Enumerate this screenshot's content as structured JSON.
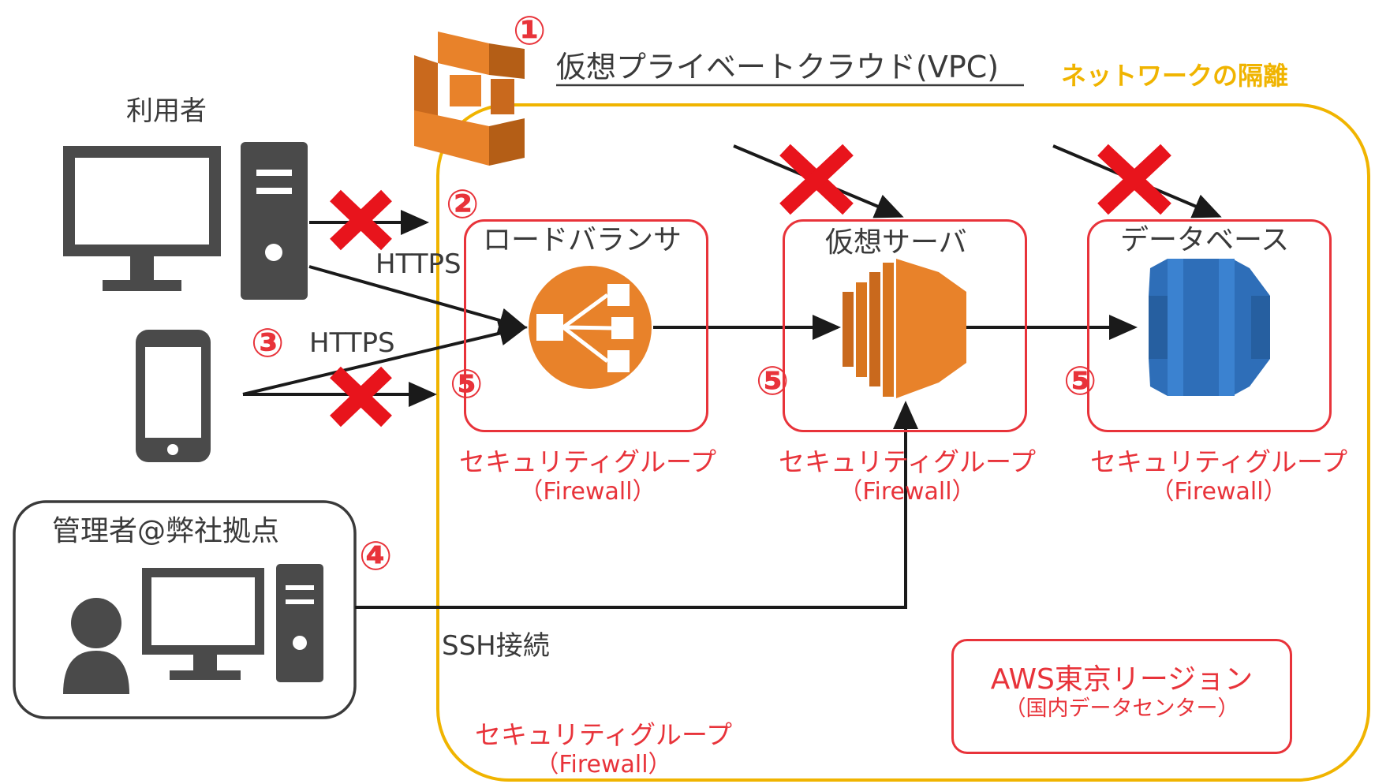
{
  "vpc": {
    "number": "①",
    "label": "仮想プライベートクラウド(VPC)"
  },
  "isolation_label": "ネットワークの隔離",
  "user_label": "利用者",
  "admin_label": "管理者@弊社拠点",
  "https_label_1": "HTTPS",
  "https_label_2": "HTTPS",
  "ssh_label": "SSH接続",
  "markers": {
    "n2": "②",
    "n3": "③",
    "n4": "④",
    "n5": "⑤"
  },
  "components": {
    "load_balancer": "ロードバランサ",
    "virtual_server": "仮想サーバ",
    "database": "データベース"
  },
  "security_group": {
    "line1": "セキュリティグループ",
    "line2": "（Firewall）"
  },
  "region": {
    "line1": "AWS東京リージョン",
    "line2": "（国内データセンター）"
  },
  "colors": {
    "red": "#e8333a",
    "yellow": "#f0b400",
    "orange": "#e8822a",
    "blue": "#2e6eb8",
    "dark": "#3a3a3a"
  },
  "icons": [
    "vpc-icon",
    "desktop-pc-icon",
    "smartphone-icon",
    "admin-person-icon",
    "admin-pc-icon",
    "load-balancer-icon",
    "ec2-server-icon",
    "database-icon",
    "block-x-icon"
  ]
}
